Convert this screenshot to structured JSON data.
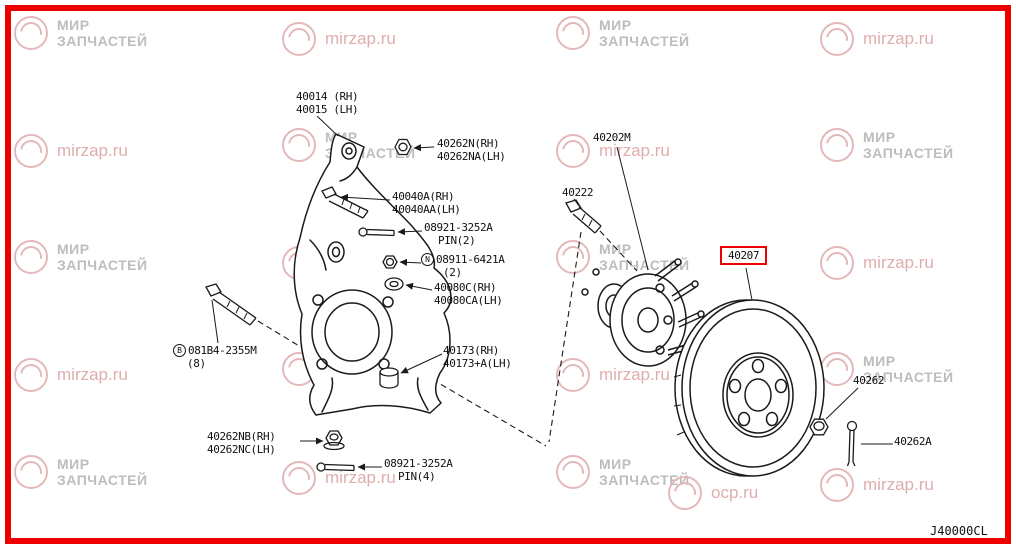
{
  "page": {
    "footer_code": "J40000CL",
    "accent_red": "#ee0000",
    "line_color": "#1a1a1a",
    "watermark_gray": "#bdbdbd",
    "watermark_pink": "#dfadad"
  },
  "watermark": {
    "brand_line1": "МИР",
    "brand_line2": "ЗАПЧАСТЕЙ",
    "site": "mirzap.ru",
    "extra_site": "ocp.ru"
  },
  "callouts": {
    "knuckle": {
      "line1": "40014 (RH)",
      "line2": "40015 (LH)"
    },
    "knuckle_nut": {
      "line1": "40262N(RH)",
      "line2": "40262NA(LH)"
    },
    "kingpin_bolt": {
      "line1": "40040A(RH)",
      "line2": "40040AA(LH)"
    },
    "pin_upper": {
      "line1": "08921-3252A",
      "line2": "PIN(2)"
    },
    "lock_nut": {
      "prefix": "N",
      "line1": "08911-6421A",
      "line2": "(2)"
    },
    "grommet": {
      "line1": "40080C(RH)",
      "line2": "40080CA(LH)"
    },
    "hub_bolts": {
      "prefix": "B",
      "line1": "081B4-2355M",
      "line2": "(8)"
    },
    "stopper": {
      "line1": "40173(RH)",
      "line2": "40173+A(LH)"
    },
    "lower_nut": {
      "line1": "40262NB(RH)",
      "line2": "40262NC(LH)"
    },
    "pin_lower": {
      "line1": "08921-3252A",
      "line2": "PIN(4)"
    },
    "hub_bolt": {
      "line1": "40222"
    },
    "hub_assembly": {
      "line1": "40202M"
    },
    "brake_rotor": {
      "line1": "40207"
    },
    "wheel_nut": {
      "line1": "40262"
    },
    "cotter_pin": {
      "line1": "40262A"
    }
  }
}
